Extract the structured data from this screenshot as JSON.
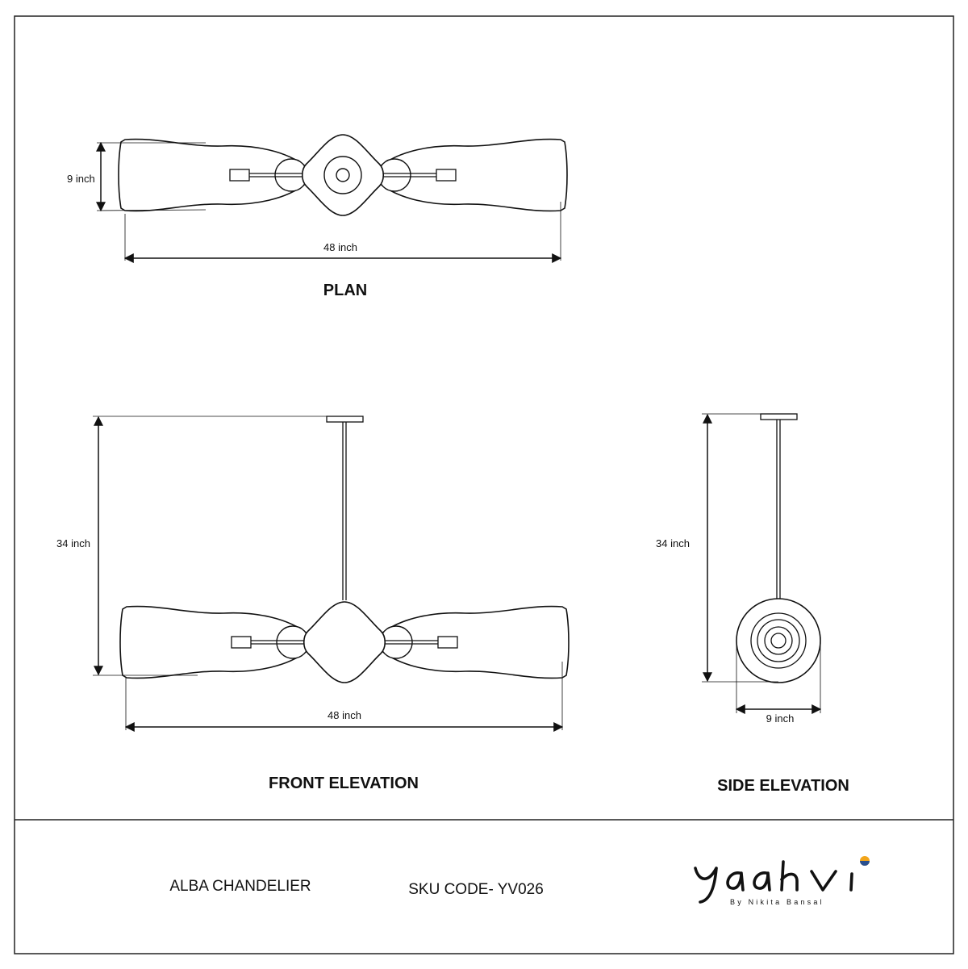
{
  "views": {
    "plan": {
      "title": "PLAN",
      "width_label": "48 inch",
      "depth_label": "9 inch"
    },
    "front_elevation": {
      "title": "FRONT ELEVATION",
      "width_label": "48 inch",
      "height_label": "34 inch"
    },
    "side_elevation": {
      "title": "SIDE ELEVATION",
      "width_label": "9 inch",
      "height_label": "34 inch"
    }
  },
  "footer": {
    "product_name": "ALBA CHANDELIER",
    "sku": "SKU CODE- YV026"
  },
  "logo": {
    "brand": "Yaahvi",
    "tagline": "By Nikita Bansal",
    "dot_colors": [
      "#f2a51a",
      "#2a4f8f"
    ]
  }
}
